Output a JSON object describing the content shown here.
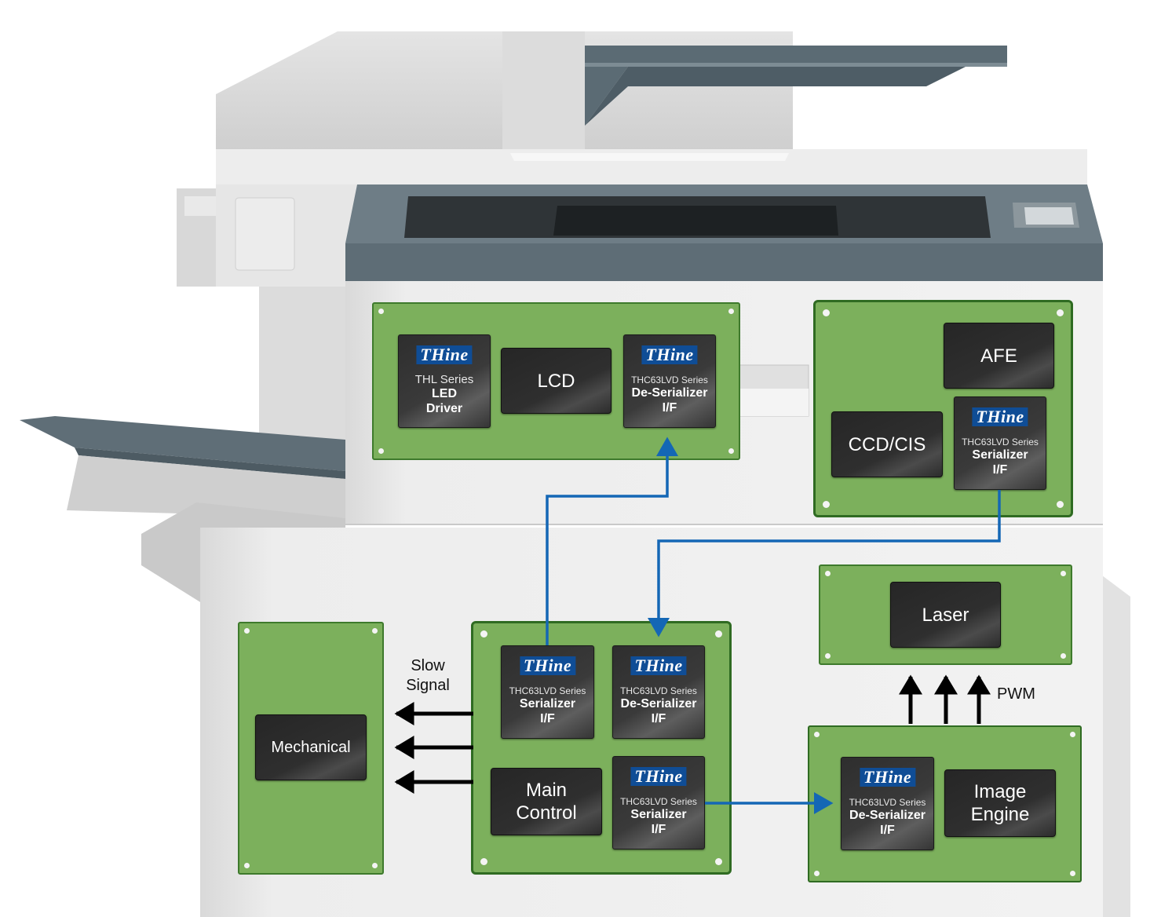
{
  "brand": "THine",
  "lcd_board": {
    "led_driver": {
      "series": "THL Series",
      "role": "LED Driver"
    },
    "lcd": "LCD",
    "deserializer": {
      "series": "THC63LVD Series",
      "role": "De-Serializer I/F"
    }
  },
  "scanner_board": {
    "afe": "AFE",
    "ccd_cis": "CCD/CIS",
    "serializer": {
      "series": "THC63LVD Series",
      "role": "Serializer I/F"
    }
  },
  "laser_board": {
    "laser": "Laser"
  },
  "mechanical_board": {
    "mechanical": "Mechanical"
  },
  "main_board": {
    "serializer": {
      "series": "THC63LVD Series",
      "role": "Serializer I/F"
    },
    "deserializer": {
      "series": "THC63LVD Series",
      "role": "De-Serializer I/F"
    },
    "main_control": "Main Control",
    "serializer2": {
      "series": "THC63LVD Series",
      "role": "Serializer I/F"
    }
  },
  "engine_board": {
    "deserializer": {
      "series": "THC63LVD Series",
      "role": "De-Serializer I/F"
    },
    "image_engine": "Image Engine"
  },
  "labels": {
    "slow_signal": "Slow Signal",
    "pwm": "PWM"
  },
  "colors": {
    "board": "#7cb05c",
    "board_border": "#3e7a2c",
    "signal_arrow": "#1467b5",
    "logo_bg": "#0f4d96"
  }
}
